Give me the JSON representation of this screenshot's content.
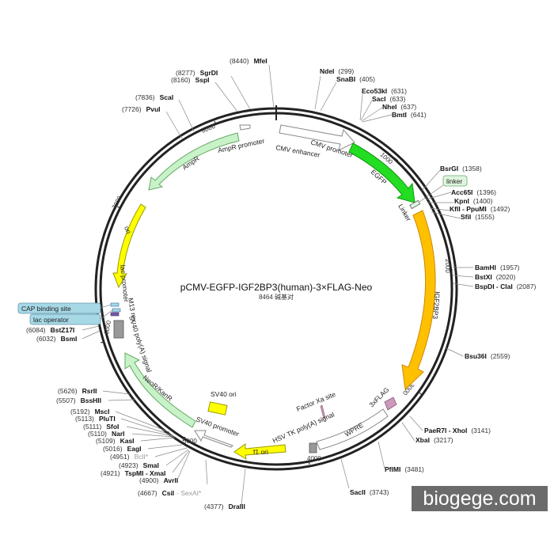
{
  "plasmid": {
    "name": "pCMV-EGFP-IGF2BP3(human)-3×FLAG-Neo",
    "size": "8464 碱基对"
  },
  "ticks": [
    "1000",
    "2000",
    "3000",
    "4000",
    "5000",
    "6000",
    "7000",
    "8000"
  ],
  "sites": [
    {
      "id": "mfei",
      "pos": "(8440)",
      "name": "MfeI"
    },
    {
      "id": "ndei",
      "pos": "(299)",
      "name": "NdeI"
    },
    {
      "id": "snabi",
      "pos": "(405)",
      "name": "SnaBI"
    },
    {
      "id": "sgrdi",
      "pos": "(8277)",
      "name": "SgrDI"
    },
    {
      "id": "sspi",
      "pos": "(8160)",
      "name": "SspI"
    },
    {
      "id": "eco53ki",
      "pos": "(631)",
      "name": "Eco53kI"
    },
    {
      "id": "saci",
      "pos": "(633)",
      "name": "SacI"
    },
    {
      "id": "nhei",
      "pos": "(637)",
      "name": "NheI"
    },
    {
      "id": "bmti",
      "pos": "(641)",
      "name": "BmtI"
    },
    {
      "id": "scai",
      "pos": "(7836)",
      "name": "ScaI"
    },
    {
      "id": "pvui",
      "pos": "(7726)",
      "name": "PvuI"
    },
    {
      "id": "bsrgi",
      "pos": "(1358)",
      "name": "BsrGI"
    },
    {
      "id": "acc65i",
      "pos": "(1396)",
      "name": "Acc65I"
    },
    {
      "id": "kpni",
      "pos": "(1400)",
      "name": "KpnI"
    },
    {
      "id": "kfli",
      "pos": "(1492)",
      "name": "KflI - PpuMI"
    },
    {
      "id": "sfii",
      "pos": "(1555)",
      "name": "SfiI"
    },
    {
      "id": "bamhi",
      "pos": "(1957)",
      "name": "BamHI"
    },
    {
      "id": "bstxi",
      "pos": "(2020)",
      "name": "BstXI"
    },
    {
      "id": "bspdi",
      "pos": "(2087)",
      "name": "BspDI - ClaI"
    },
    {
      "id": "bsu36i",
      "pos": "(2559)",
      "name": "Bsu36I"
    },
    {
      "id": "paer7i",
      "pos": "(3141)",
      "name": "PaeR7I - XhoI"
    },
    {
      "id": "xbai",
      "pos": "(3217)",
      "name": "XbaI"
    },
    {
      "id": "pflmi",
      "pos": "(3481)",
      "name": "PflMI"
    },
    {
      "id": "sacii",
      "pos": "(3743)",
      "name": "SacII"
    },
    {
      "id": "drai",
      "pos": "(4377)",
      "name": "DraIII"
    },
    {
      "id": "csii",
      "pos": "(4667)",
      "name": "CsiI",
      "extra": "- SexAI*"
    },
    {
      "id": "avrii",
      "pos": "(4900)",
      "name": "AvrII"
    },
    {
      "id": "tspmi",
      "pos": "(4921)",
      "name": "TspMI - XmaI"
    },
    {
      "id": "smai",
      "pos": "(4923)",
      "name": "SmaI"
    },
    {
      "id": "bcli",
      "pos": "(4951)",
      "name": "BclI*"
    },
    {
      "id": "eagi",
      "pos": "(5016)",
      "name": "EagI"
    },
    {
      "id": "kasi",
      "pos": "(5109)",
      "name": "KasI"
    },
    {
      "id": "nari",
      "pos": "(5110)",
      "name": "NarI"
    },
    {
      "id": "sfoi",
      "pos": "(5111)",
      "name": "SfoI"
    },
    {
      "id": "pluti",
      "pos": "(5113)",
      "name": "PluTI"
    },
    {
      "id": "msci",
      "pos": "(5192)",
      "name": "MscI"
    },
    {
      "id": "bsshii",
      "pos": "(5507)",
      "name": "BssHII"
    },
    {
      "id": "rsrii",
      "pos": "(5626)",
      "name": "RsrII"
    },
    {
      "id": "bsmi",
      "pos": "(6032)",
      "name": "BsmI"
    },
    {
      "id": "bstz17i",
      "pos": "(6084)",
      "name": "BstZ17I"
    }
  ],
  "features": {
    "ampr_promoter": "AmpR promoter",
    "ampr": "AmpR",
    "ori": "ori",
    "cmv_enhancer": "CMV enhancer",
    "cmv_promoter": "CMV promoter",
    "egfp": "EGFP",
    "linker_inner": "Linker",
    "linker_box": "linker",
    "igf2bp3": "IGF2BP3",
    "flag": "3xFLAG",
    "wpre": "WPRE",
    "factor_xa": "Factor Xa site",
    "hsv_tk": "HSV TK poly(A) signal",
    "f1_ori": "f1 ori",
    "sv40_promoter": "SV40 promoter",
    "sv40_ori": "SV40 ori",
    "neor": "NeoR/KanR",
    "sv40_polya": "SV40 poly(A) signal",
    "m13_rev": "M13 rev",
    "lac_promoter": "lac promoter",
    "cap_site": "CAP binding site",
    "lac_operator": "lac operator"
  },
  "watermark": "biogege.com",
  "colors": {
    "egfp": "#22dd22",
    "igf2bp3": "#ffc000",
    "yellow": "#ffff00",
    "ampr": "#c8f2c8",
    "neor": "#c8f2c8",
    "flag": "#cc99bb",
    "tag_blue": "#a6d8e6",
    "tag_green": "#dff5df"
  }
}
